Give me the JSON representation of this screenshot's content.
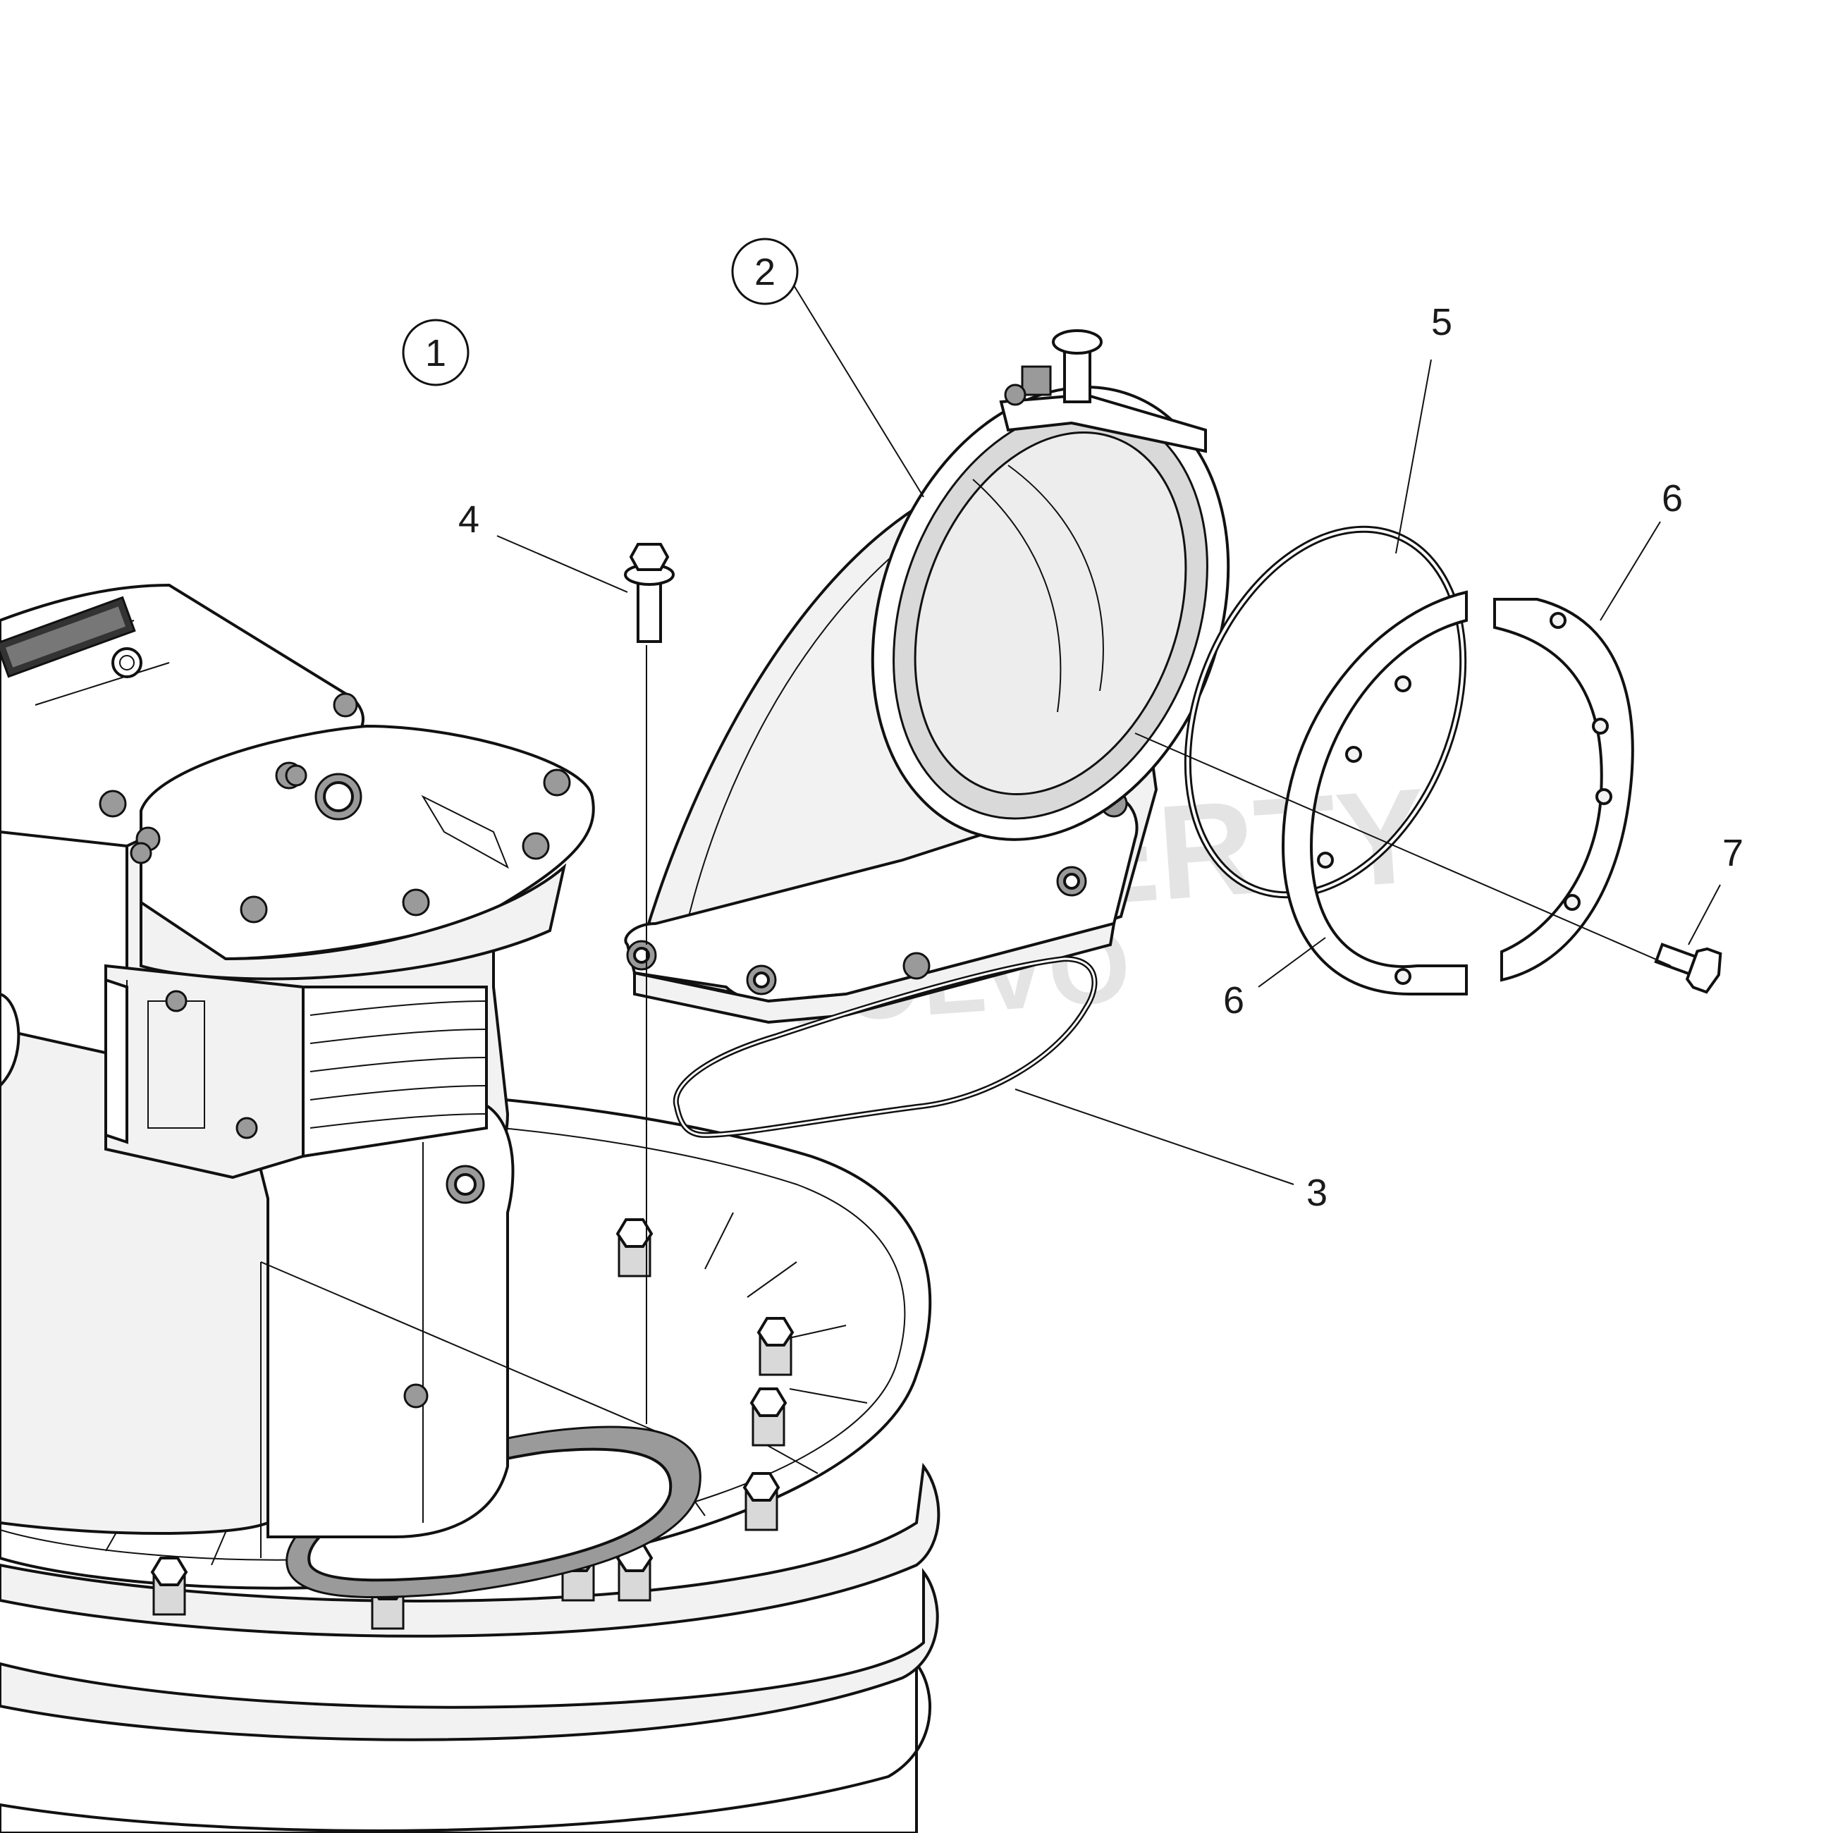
{
  "callouts": {
    "c1": "1",
    "c2": "2",
    "c3": "3",
    "c4": "4",
    "c5": "5",
    "c6a": "6",
    "c6b": "6",
    "c7": "7"
  },
  "watermark": {
    "line1": "PROPERTY",
    "line2": "VOLVO"
  },
  "colors": {
    "line": "#111111",
    "part_fill": "#f2f2f2",
    "shade": "#d9d9d9"
  }
}
